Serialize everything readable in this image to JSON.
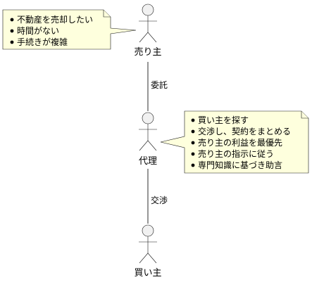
{
  "actors": {
    "seller": "売り主",
    "agent": "代理",
    "buyer": "買い主"
  },
  "relations": {
    "seller_agent": "委託",
    "agent_buyer": "交渉"
  },
  "notes": {
    "seller_note": {
      "items": [
        "不動産を売却したい",
        "時間がない",
        "手続きが複雑"
      ]
    },
    "agent_note": {
      "items": [
        "買い主を探す",
        "交渉し、契約をまとめる",
        "売り主の利益を最優先",
        "売り主の指示に従う",
        "専門知識に基づき助言"
      ]
    }
  },
  "colors": {
    "note_fill": "#feffdd",
    "actor_fill": "#f1f1f1",
    "stroke": "#181818"
  }
}
